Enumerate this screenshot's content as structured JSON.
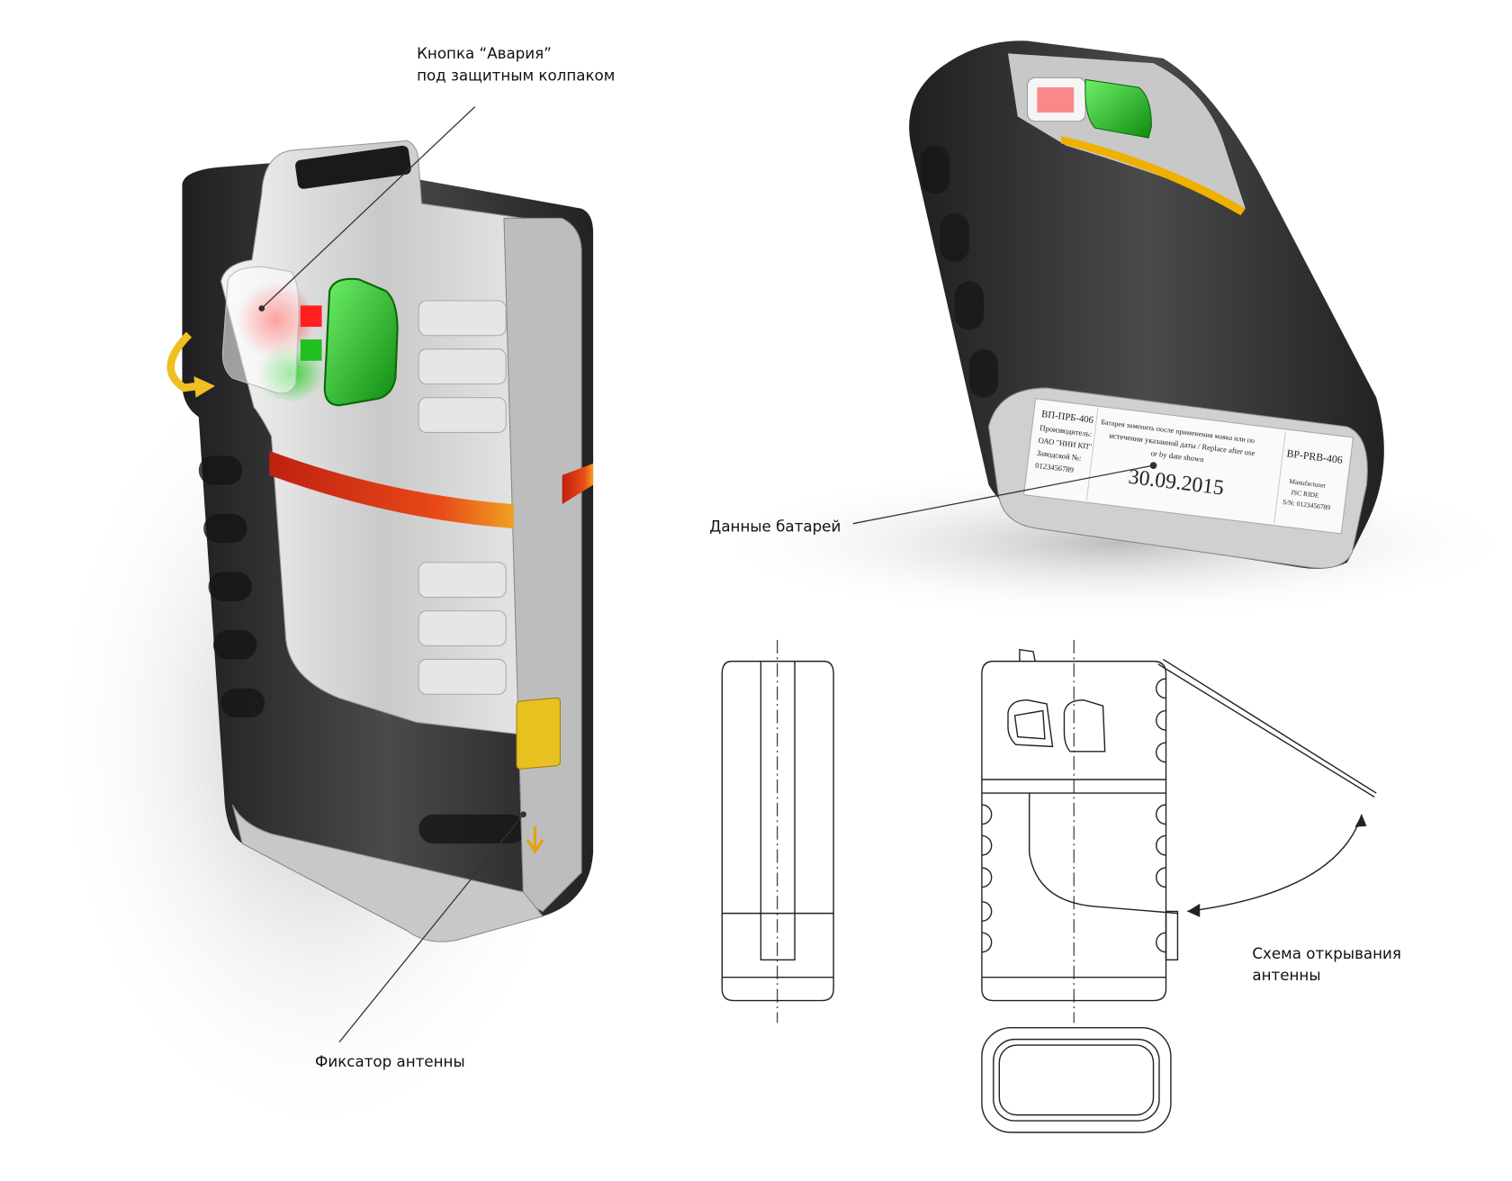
{
  "annotations": {
    "alarm_button_line1": "Кнопка “Авария”",
    "alarm_button_line2": "под защитным колпаком",
    "battery_data": "Данные батарей",
    "antenna_lock": "Фиксатор антенны",
    "antenna_scheme_line1": "Схема открывания",
    "antenna_scheme_line2": "антенны"
  },
  "battery_label": {
    "model_ru": "ВП-ПРБ-406",
    "manufacturer_ru": "Производитель:",
    "company_ru": "ОАО \"НИИ КП\"",
    "serial_ru": "Заводской №:",
    "serial_no": "0123456789",
    "replace_text_1": "Батарея заменить после применения маяка или по",
    "replace_text_2": "истечении указанной даты / Replace after use",
    "replace_text_3": "or by date shown",
    "date": "30.09.2015",
    "model_en": "BP-PRB-406",
    "manufacturer_en": "Manufacturer",
    "company_en": "JSC RIDE",
    "serial_en": "S/N: 0123456789"
  },
  "colors": {
    "body_dark": "#2e2e30",
    "silver": "#d8d8d8",
    "stripe_orange": "#e0401a",
    "button_green": "#22b020",
    "button_red": "#ff3030",
    "latch_yellow": "#e8c020"
  }
}
